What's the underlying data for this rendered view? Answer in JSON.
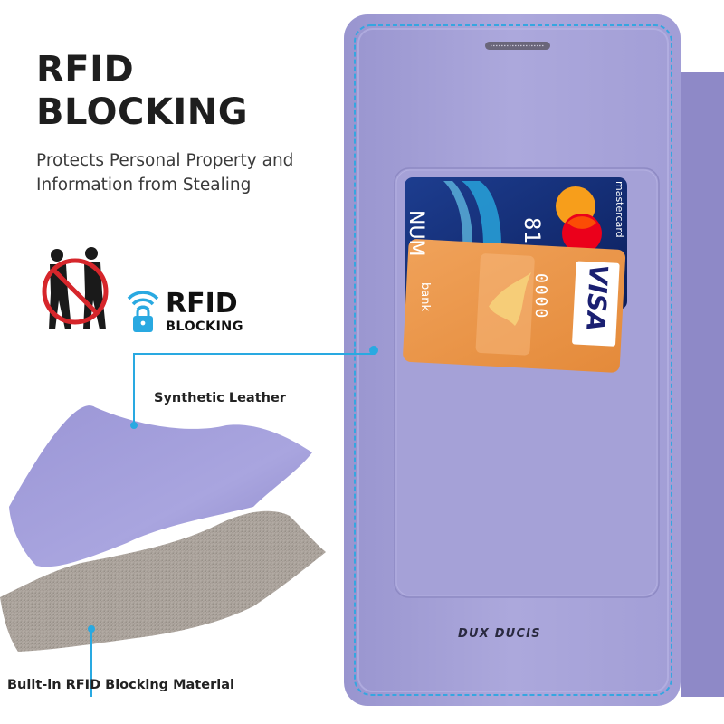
{
  "headline": {
    "line1": "RFID",
    "line2": "BLOCKING"
  },
  "subtitle": {
    "line1": "Protects Personal Property and",
    "line2": "Information from Stealing"
  },
  "badge": {
    "title": "RFID",
    "subtitle": "BLOCKING"
  },
  "callouts": {
    "synthetic_leather": "Synthetic Leather",
    "builtin_material": "Built-in RFID Blocking Material"
  },
  "case": {
    "brand": "DUX DUCIS",
    "color": "#a7a3d8"
  },
  "cards": {
    "back_card_text": "NUM",
    "back_card_digits": "81",
    "back_card_network": "mastercard",
    "front_card_text": "bank",
    "front_card_digits": "0000",
    "front_card_network": "VISA"
  },
  "colors": {
    "accent": "#29a9e1",
    "case_purple": "#a7a3d8",
    "no_sign_red": "#d6262b"
  }
}
